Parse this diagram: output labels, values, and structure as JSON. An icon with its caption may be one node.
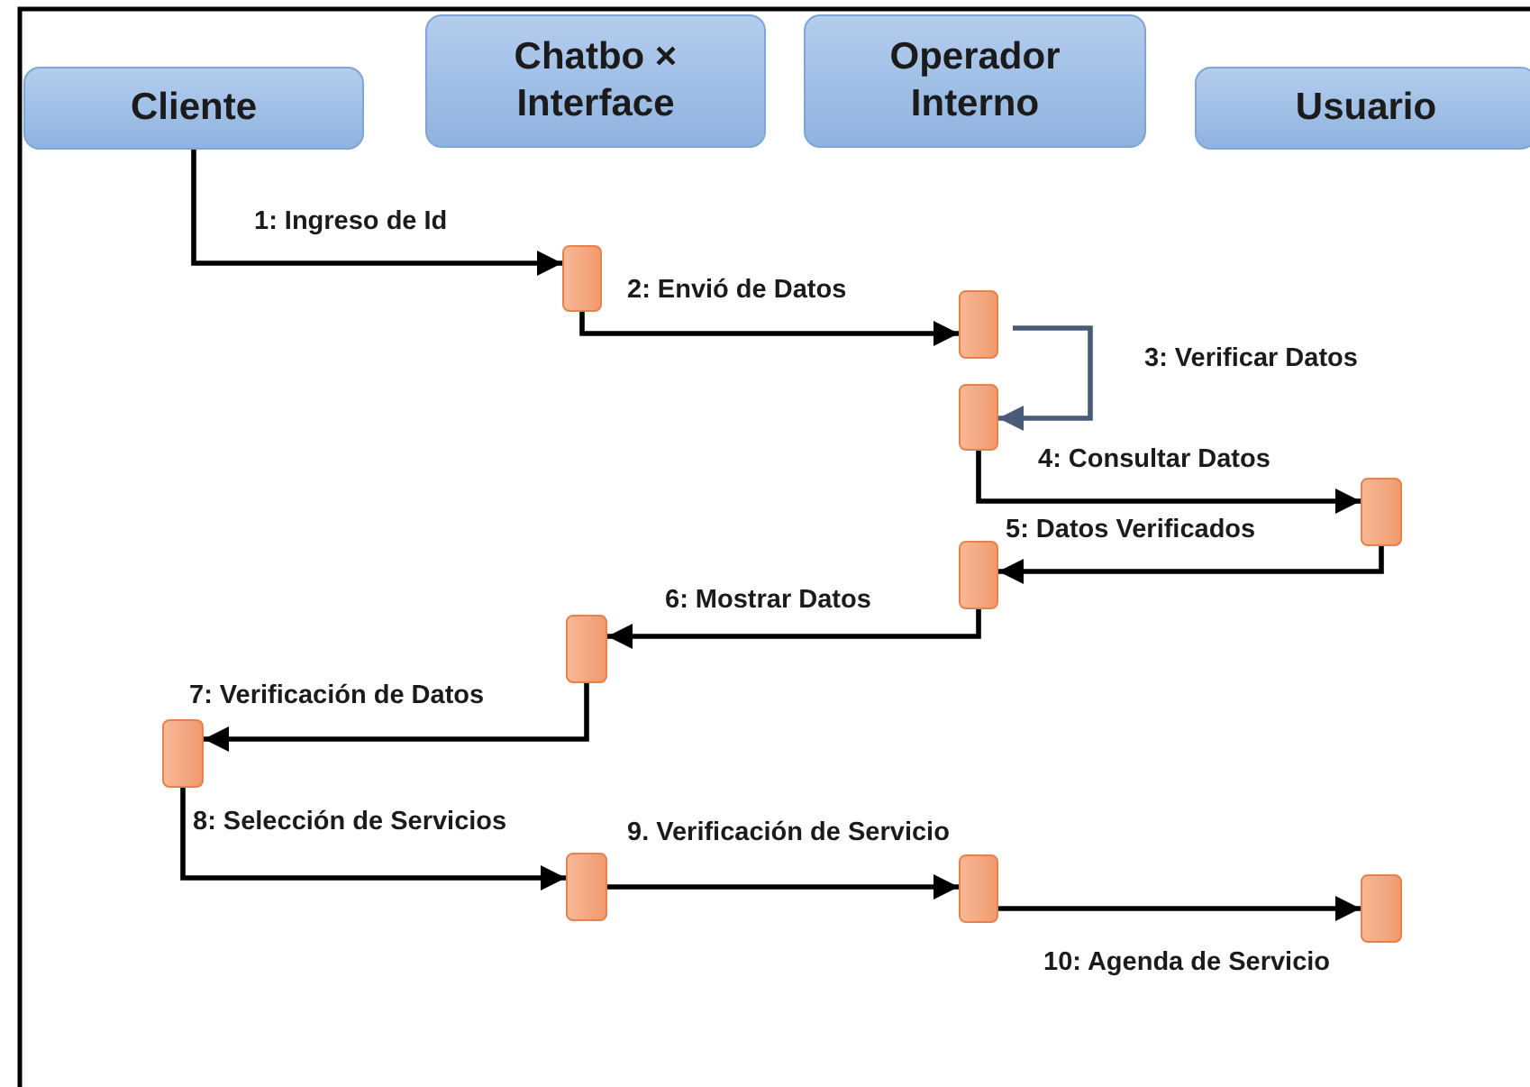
{
  "diagram": {
    "nodes": [
      {
        "text": [
          "Cliente"
        ]
      },
      {
        "text": [
          "Chatbo × Interface"
        ]
      },
      {
        "text": [
          "Operador Interno"
        ]
      },
      {
        "text": [
          "Usuario"
        ]
      },
      {
        "text": [],
        "shape": "bar"
      },
      {
        "text": [],
        "shape": "bar"
      },
      {
        "text": [],
        "shape": "bar"
      },
      {
        "text": [],
        "shape": "bar"
      },
      {
        "text": [],
        "shape": "bar"
      },
      {
        "text": [],
        "shape": "bar"
      },
      {
        "text": [],
        "shape": "bar"
      },
      {
        "text": [],
        "shape": "bar"
      },
      {
        "text": [],
        "shape": "bar"
      },
      {
        "text": [],
        "shape": "bar"
      }
    ],
    "edges": [
      {
        "from": 0,
        "to": 4,
        "arrow": "to",
        "label": "1: Ingreso de Id"
      },
      {
        "from": 4,
        "to": 5,
        "arrow": "to",
        "label": "2: Envió de Datos"
      },
      {
        "from": 5,
        "to": 6,
        "arrow": "to",
        "label": "3: Verificar Datos",
        "color": "#4a5b7a"
      },
      {
        "from": 6,
        "to": 7,
        "arrow": "to",
        "label": "4: Consultar Datos"
      },
      {
        "from": 7,
        "to": 8,
        "arrow": "to",
        "label": "5: Datos Verificados"
      },
      {
        "from": 8,
        "to": 9,
        "arrow": "to",
        "label": "6: Mostrar Datos"
      },
      {
        "from": 9,
        "to": 10,
        "arrow": "to",
        "label": "7: Verificación de Datos"
      },
      {
        "from": 10,
        "to": 11,
        "arrow": "to",
        "label": "8: Selección de Servicios"
      },
      {
        "from": 11,
        "to": 12,
        "arrow": "to",
        "label": "9. Verificación de Servicio"
      },
      {
        "from": 12,
        "to": 13,
        "arrow": "to",
        "label": "10: Agenda de Servicio"
      }
    ]
  }
}
